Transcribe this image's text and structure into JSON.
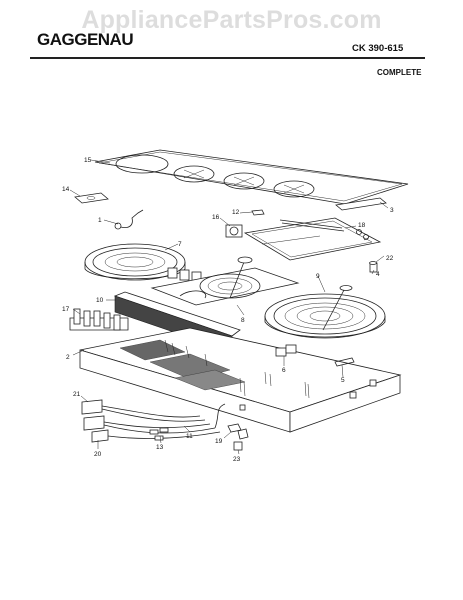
{
  "watermark": "AppliancePartsPros.com",
  "header": {
    "brand": "GAGGENAU",
    "model": "CK 390-615",
    "variant": "COMPLETE"
  },
  "callouts": [
    {
      "id": "c1",
      "text": "1"
    },
    {
      "id": "c2",
      "text": "2"
    },
    {
      "id": "c3",
      "text": "3"
    },
    {
      "id": "c4",
      "text": "4"
    },
    {
      "id": "c5",
      "text": "5"
    },
    {
      "id": "c6",
      "text": "6"
    },
    {
      "id": "c7",
      "text": "7"
    },
    {
      "id": "c8",
      "text": "8"
    },
    {
      "id": "c9",
      "text": "9"
    },
    {
      "id": "c10",
      "text": "10"
    },
    {
      "id": "c11",
      "text": "11"
    },
    {
      "id": "c12",
      "text": "12"
    },
    {
      "id": "c13",
      "text": "13"
    },
    {
      "id": "c14",
      "text": "14"
    },
    {
      "id": "c15",
      "text": "15"
    },
    {
      "id": "c16",
      "text": "16"
    },
    {
      "id": "c17",
      "text": "17"
    },
    {
      "id": "c18",
      "text": "18"
    },
    {
      "id": "c19",
      "text": "19"
    },
    {
      "id": "c20",
      "text": "20"
    },
    {
      "id": "c21",
      "text": "21"
    },
    {
      "id": "c22",
      "text": "22"
    },
    {
      "id": "c23",
      "text": "23"
    }
  ]
}
